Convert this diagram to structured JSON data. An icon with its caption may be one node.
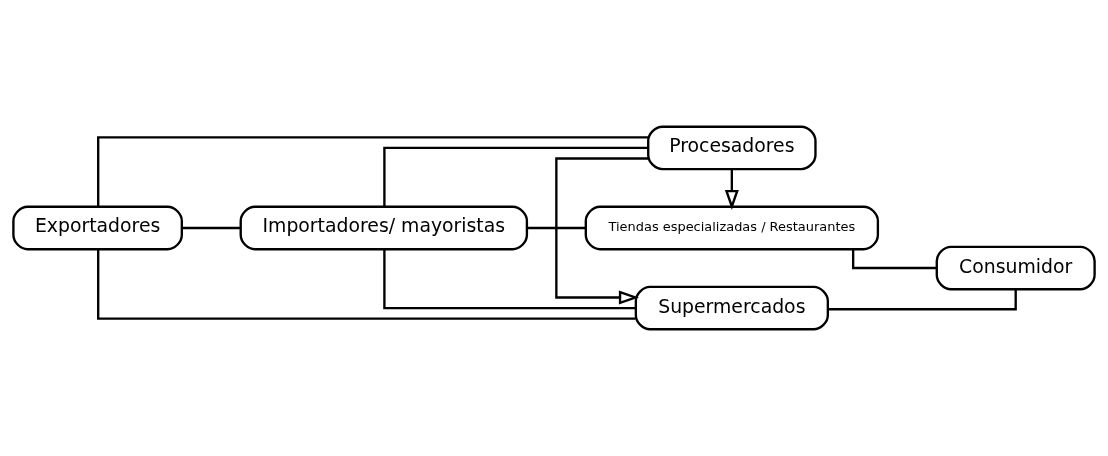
{
  "diagram": {
    "nodes": [
      {
        "text": [
          "Exportadores"
        ]
      },
      {
        "text": [
          "Importadores/ mayoristas"
        ]
      },
      {
        "text": [
          "Tiendas especializadas / Restaurantes"
        ]
      },
      {
        "text": [
          "Procesadores"
        ]
      },
      {
        "text": [
          "Supermercados"
        ]
      },
      {
        "text": [
          "Consumidor"
        ]
      }
    ],
    "edges": [
      {
        "from": 0,
        "to": 1,
        "arrow": "none"
      },
      {
        "from": 0,
        "to": 3,
        "arrow": "none"
      },
      {
        "from": 0,
        "to": 4,
        "arrow": "none"
      },
      {
        "from": 1,
        "to": 2,
        "arrow": "none"
      },
      {
        "from": 1,
        "to": 3,
        "arrow": "none"
      },
      {
        "from": 1,
        "to": 4,
        "arrow": "none"
      },
      {
        "from": 3,
        "to": 2,
        "arrow": "to"
      },
      {
        "from": 3,
        "to": 4,
        "arrow": "to"
      },
      {
        "from": 2,
        "to": 5,
        "arrow": "none"
      },
      {
        "from": 4,
        "to": 5,
        "arrow": "none"
      }
    ]
  }
}
